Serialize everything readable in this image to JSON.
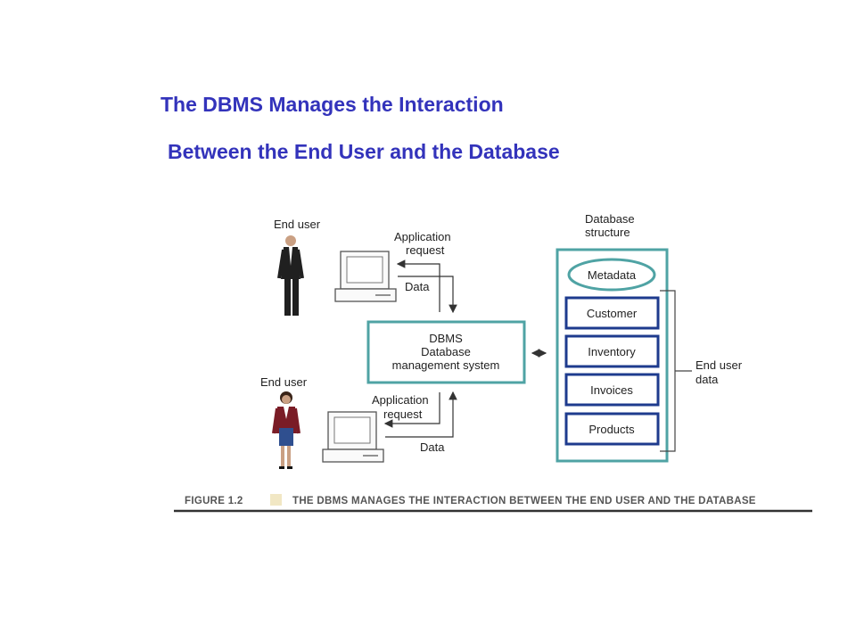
{
  "slide": {
    "title_line1": "The DBMS Manages the Interaction",
    "title_line2": "Between the End User and the Database"
  },
  "diagram": {
    "end_user_top": "End user",
    "end_user_bottom": "End user",
    "app_request_top": [
      "Application",
      "request"
    ],
    "data_top": "Data",
    "app_request_bottom": [
      "Application",
      "request"
    ],
    "data_bottom": "Data",
    "dbms_lines": [
      "DBMS",
      "Database",
      "management system"
    ],
    "db_structure_lines": [
      "Database",
      "structure"
    ],
    "metadata": "Metadata",
    "tables": [
      "Customer",
      "Inventory",
      "Invoices",
      "Products"
    ],
    "end_user_data_lines": [
      "End user",
      "data"
    ],
    "caption_figure": "FIGURE 1.2",
    "caption_text": "THE DBMS MANAGES THE INTERACTION BETWEEN THE END USER AND THE DATABASE"
  },
  "colors": {
    "title": "#3333bb",
    "teal_border": "#4fa3a4",
    "navy_border": "#1e3b8e",
    "caption_swatch": "#f1e7c4"
  }
}
